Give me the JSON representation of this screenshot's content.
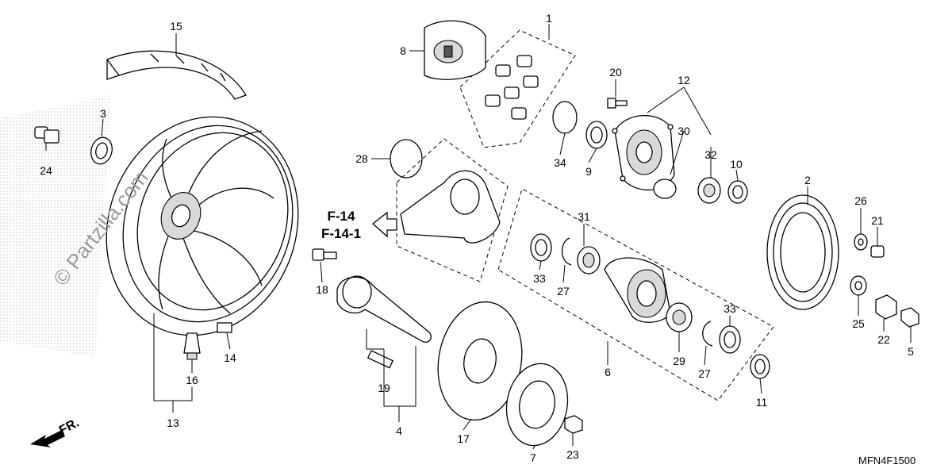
{
  "diagram": {
    "part_numbers": [
      "1",
      "2",
      "3",
      "4",
      "5",
      "6",
      "7",
      "8",
      "9",
      "10",
      "11",
      "12",
      "13",
      "14",
      "15",
      "16",
      "17",
      "18",
      "19",
      "20",
      "21",
      "22",
      "23",
      "24",
      "25",
      "26",
      "27",
      "27",
      "28",
      "29",
      "30",
      "31",
      "32",
      "33",
      "33",
      "34"
    ],
    "references": [
      "F-14",
      "F-14-1"
    ],
    "direction_label": "FR.",
    "diagram_code": "MFN4F1500",
    "watermark": "© Partzilla.com"
  }
}
